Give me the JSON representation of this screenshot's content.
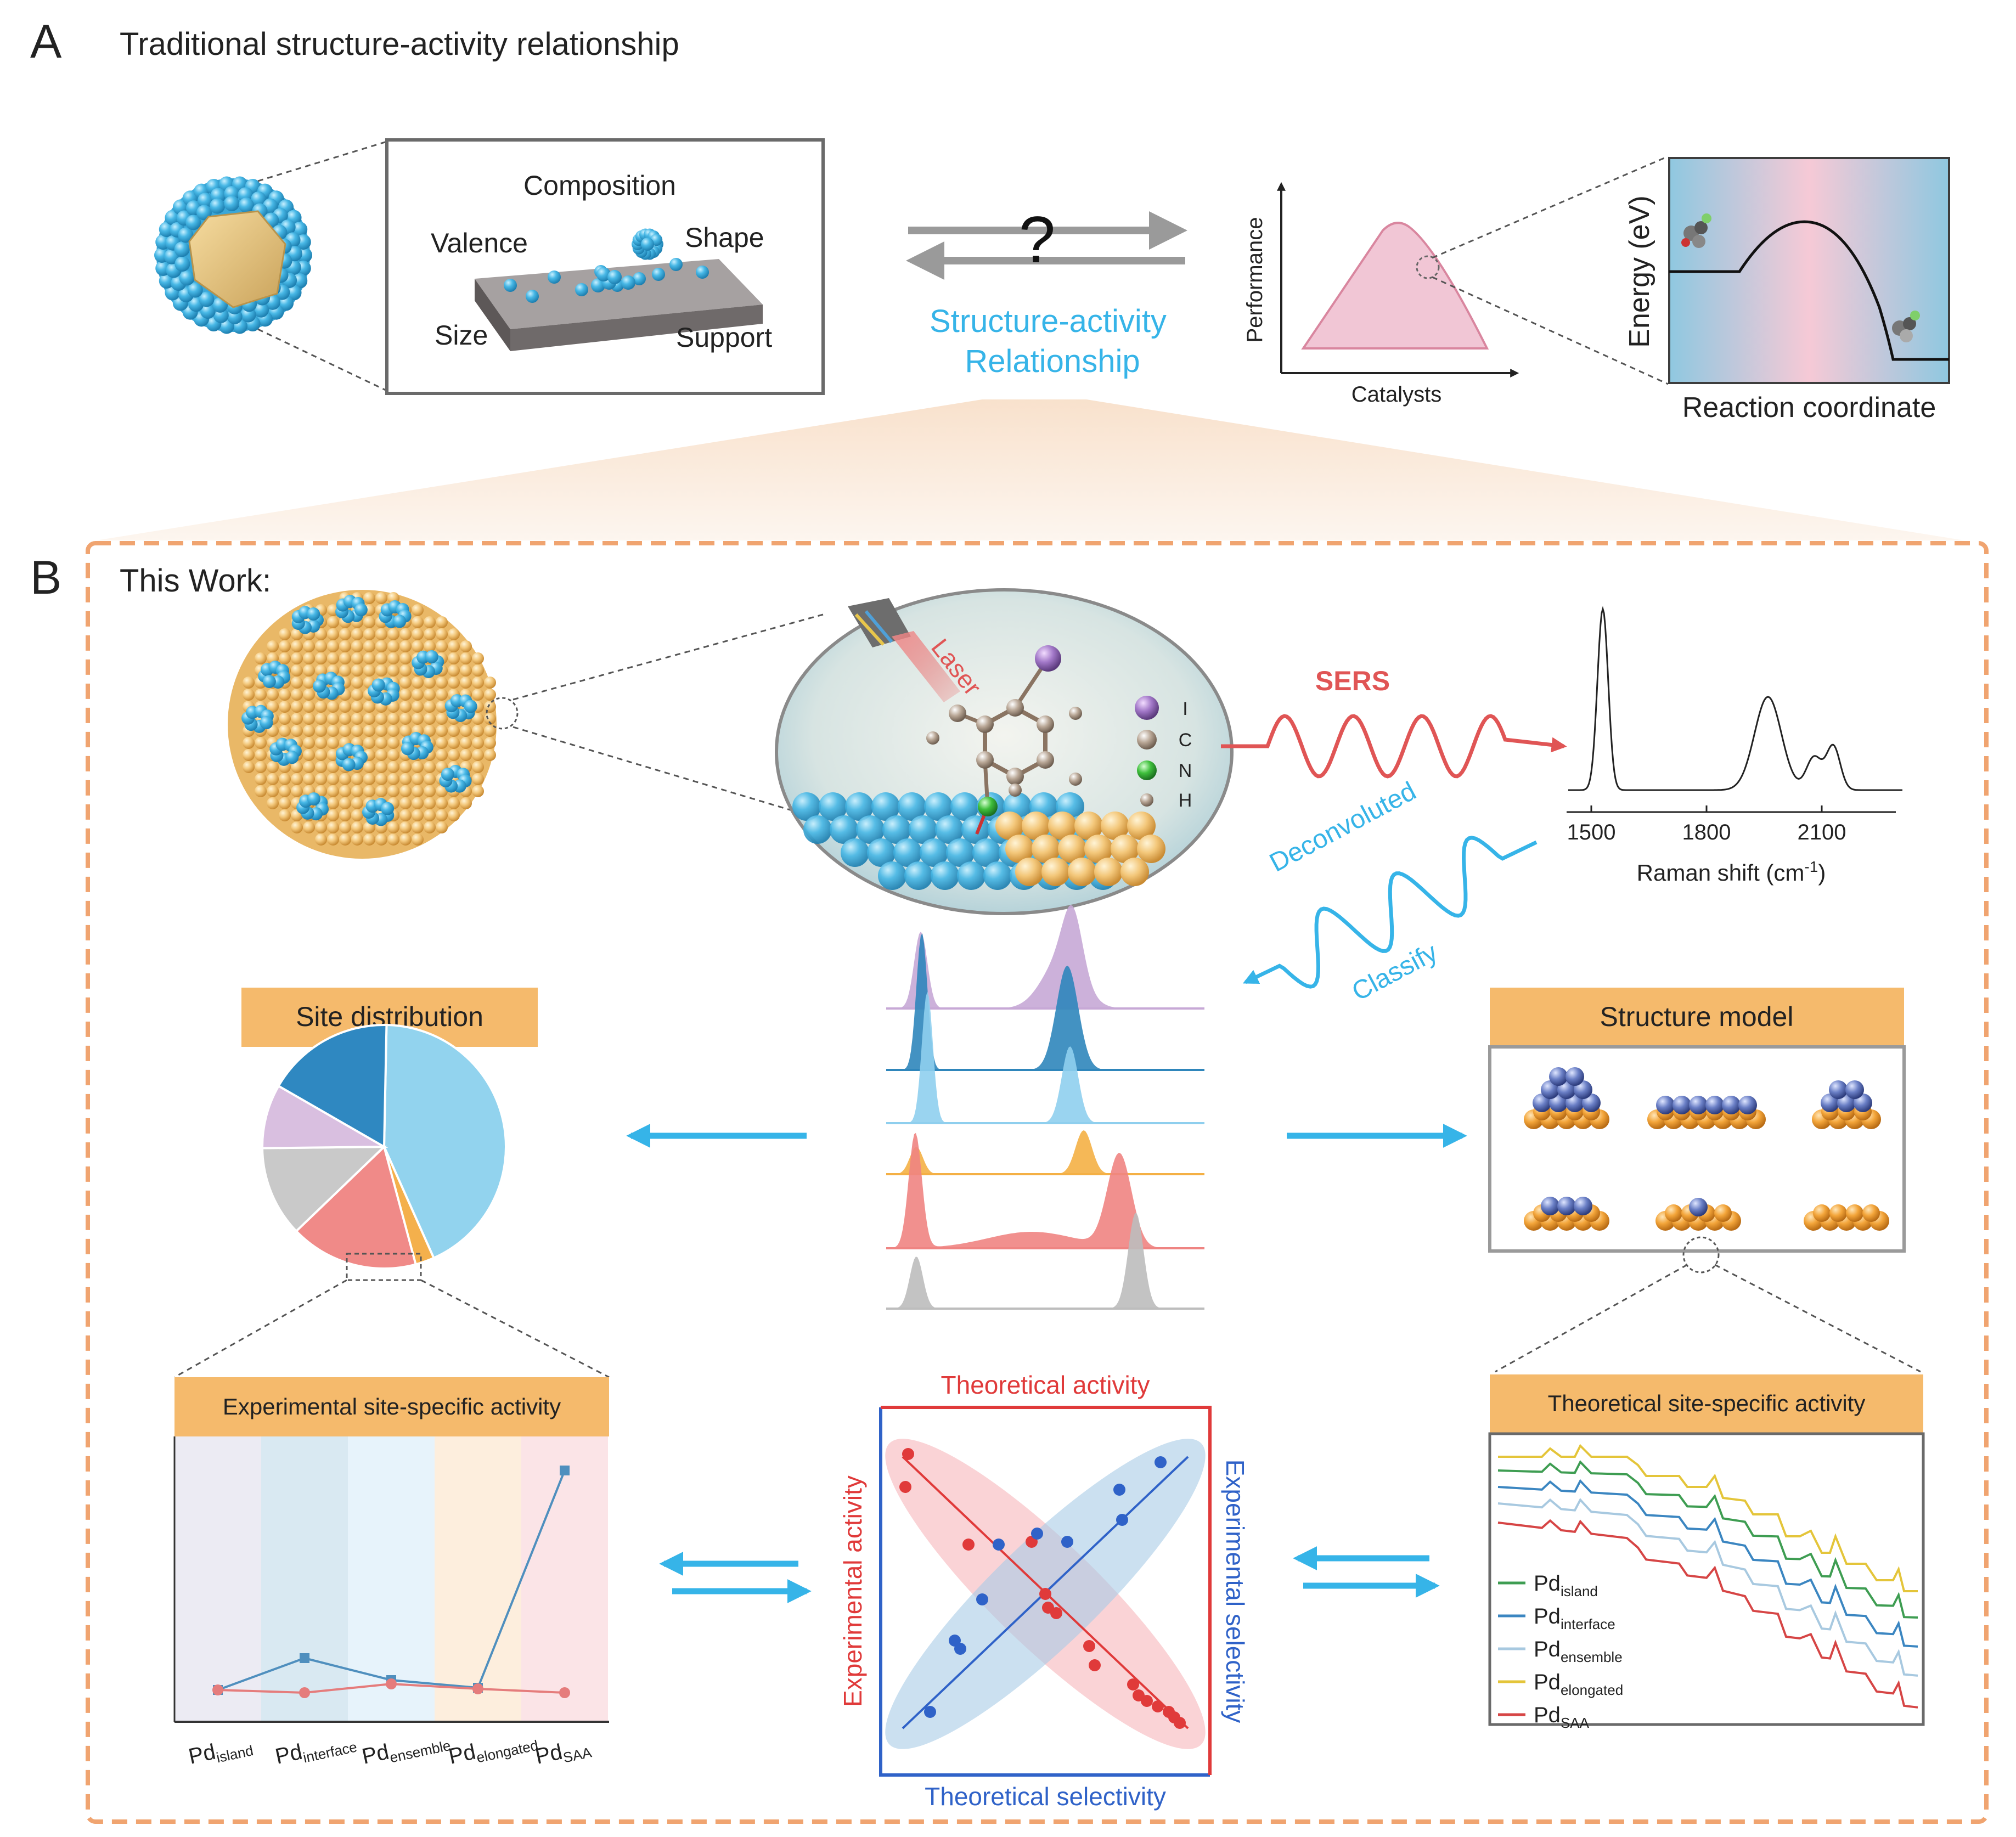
{
  "panel_a": {
    "letter": "A",
    "title": "Traditional structure-activity relationship",
    "factors": {
      "composition": "Composition",
      "valence": "Valence",
      "shape": "Shape",
      "size": "Size",
      "support": "Support"
    },
    "question_mark": "?",
    "relationship_line1": "Structure-activity",
    "relationship_line2": "Relationship",
    "performance_plot": {
      "y_label": "Performance",
      "x_label": "Catalysts"
    },
    "energy_plot": {
      "y_label": "Energy (eV)",
      "x_label": "Reaction coordinate"
    }
  },
  "panel_b": {
    "letter": "B",
    "title": "This Work:",
    "laser_label": "Laser",
    "legend_atoms": [
      "I",
      "C",
      "N",
      "H"
    ],
    "sers_label": "SERS",
    "raman": {
      "x_label": "Raman shift (cm",
      "x_label_sup": "-1",
      "x_label_end": ")",
      "ticks": [
        "1500",
        "1800",
        "2100"
      ]
    },
    "deconvoluted_label": "Deconvoluted",
    "classify_label": "Classify",
    "site_distribution_title": "Site distribution",
    "structure_model_title": "Structure model",
    "experimental_activity_title": "Experimental site-specific activity",
    "theoretical_activity_title": "Theoretical site-specific activity",
    "correlation": {
      "top": "Theoretical activity",
      "bottom": "Theoretical selectivity",
      "left": "Experimental activity",
      "right": "Experimental  selectivity"
    },
    "site_labels": [
      {
        "base": "Pd",
        "sub": "island"
      },
      {
        "base": "Pd",
        "sub": "interface"
      },
      {
        "base": "Pd",
        "sub": "ensemble"
      },
      {
        "base": "Pd",
        "sub": "elongated"
      },
      {
        "base": "Pd",
        "sub": "SAA"
      }
    ],
    "colors": {
      "accent_blue": "#36B4E8",
      "sers_red": "#E05555",
      "banner_orange": "#F5BA6C",
      "dash_orange": "#F0A470",
      "island": "#3E9D52",
      "interface": "#3B86C1",
      "ensemble": "#A8C9E0",
      "elongated": "#E4C53A",
      "saa": "#D64545"
    }
  }
}
